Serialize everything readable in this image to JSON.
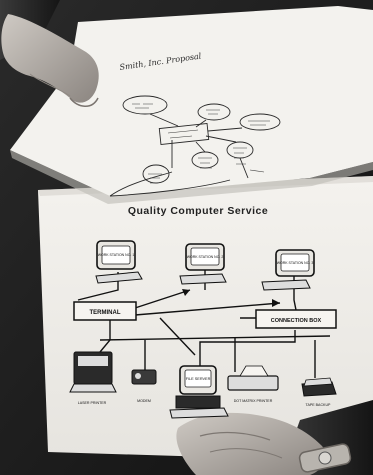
{
  "sketch": {
    "title": "Smith, Inc. Proposal"
  },
  "printed": {
    "title": "Quality Computer Service",
    "labels": {
      "ws1": "WORK STATION NO. 1",
      "ws2": "WORK STATION NO. 2",
      "ws3": "WORK STATION NO. 3",
      "terminal": "TERMINAL",
      "connection_box": "CONNECTION BOX",
      "laser_printer": "LASER PRINTER",
      "modem": "MODEM",
      "file_server": "FILE SERVER",
      "dot_matrix_printer": "DOT MATRIX PRINTER",
      "tape_backup": "TAPE BACKUP"
    }
  }
}
